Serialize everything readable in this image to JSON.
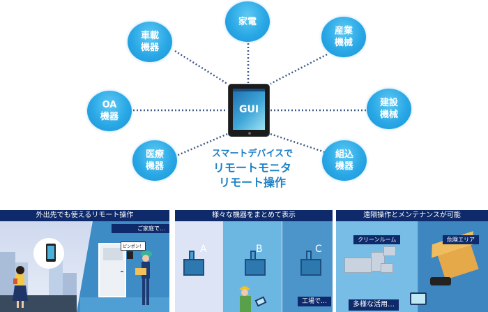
{
  "diagram": {
    "center_device": {
      "label": "GUI",
      "icon": "tablet-icon"
    },
    "nodes": [
      {
        "id": "home-appliances",
        "lines": [
          "家電"
        ]
      },
      {
        "id": "automotive",
        "lines": [
          "車載",
          "機器"
        ]
      },
      {
        "id": "industrial",
        "lines": [
          "産業",
          "機械"
        ]
      },
      {
        "id": "office",
        "lines": [
          "OA",
          "機器"
        ]
      },
      {
        "id": "construction",
        "lines": [
          "建設",
          "機械"
        ]
      },
      {
        "id": "medical",
        "lines": [
          "医療",
          "機器"
        ]
      },
      {
        "id": "embedded",
        "lines": [
          "組込",
          "機器"
        ]
      }
    ],
    "caption": {
      "line1": "スマートデバイスで",
      "line2": "リモートモニタ",
      "line3": "リモート操作"
    },
    "colors": {
      "bubble": "#2aa8e6",
      "connector": "#3d5a8a",
      "caption": "#1b7fc6",
      "banner": "#0e2a6b"
    }
  },
  "panels": [
    {
      "title": "外出先でも使えるリモート操作",
      "tag": "ご家庭で…",
      "speech": "ピンポン！"
    },
    {
      "title": "様々な機器をまとめて表示",
      "machines": [
        "A",
        "B",
        "C"
      ],
      "tag": "工場で…"
    },
    {
      "title": "遠隔操作とメンテナンスが可能",
      "areas": [
        "クリーンルーム",
        "危険エリア"
      ],
      "tag": "多様な活用…"
    }
  ]
}
